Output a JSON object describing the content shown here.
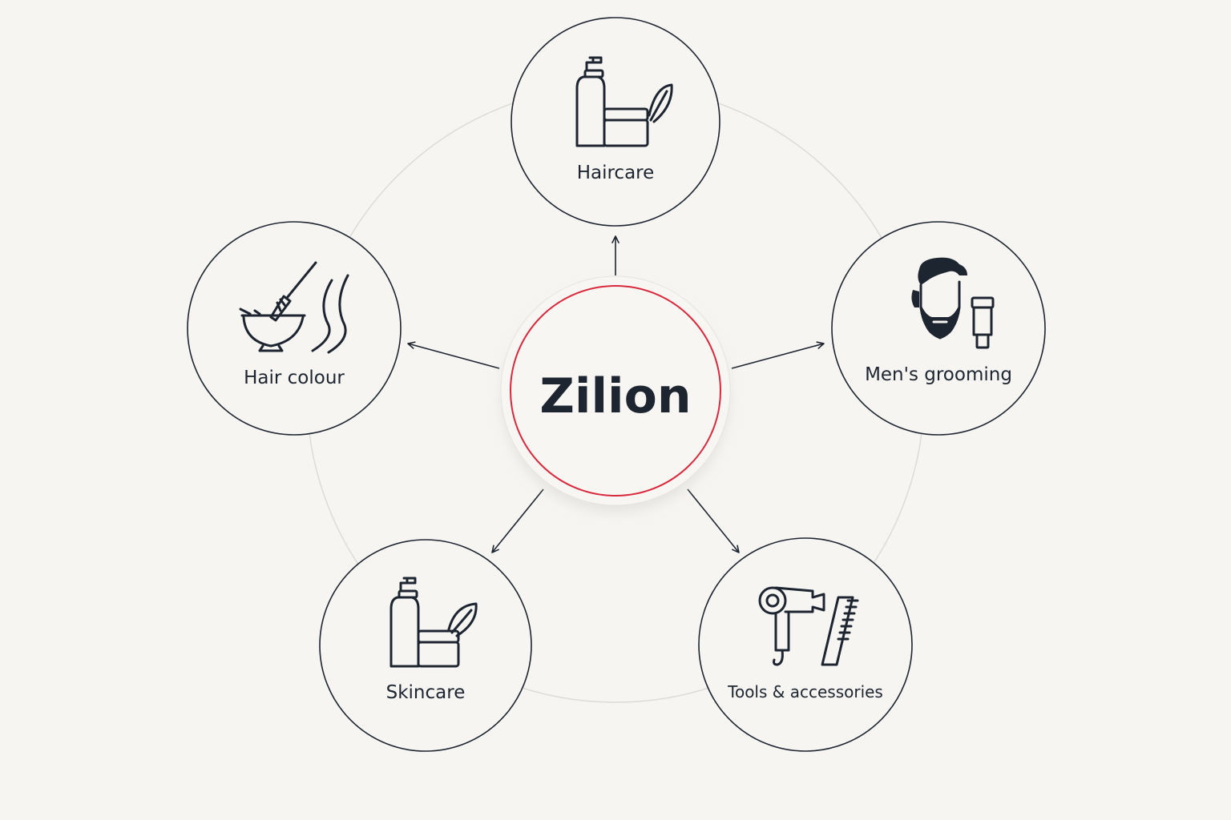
{
  "center": {
    "label": "Zilion",
    "accent_color": "#d9293d"
  },
  "nodes": [
    {
      "id": "haircare",
      "label": "Haircare",
      "icon": "bottle-jar-leaf-icon"
    },
    {
      "id": "mens-grooming",
      "label": "Men's grooming",
      "icon": "bearded-man-tube-icon"
    },
    {
      "id": "tools-accessories",
      "label": "Tools & accessories",
      "icon": "hairdryer-comb-icon"
    },
    {
      "id": "skincare",
      "label": "Skincare",
      "icon": "bottle-jar-leaf-icon"
    },
    {
      "id": "hair-colour",
      "label": "Hair colour",
      "icon": "dye-bowl-brush-icon"
    }
  ],
  "colors": {
    "background": "#f6f5f2",
    "node_fill": "#f6f5f2",
    "node_stroke": "#1d2530",
    "orbit_ring": "#dcdbd8",
    "arrow": "#1d2530"
  }
}
